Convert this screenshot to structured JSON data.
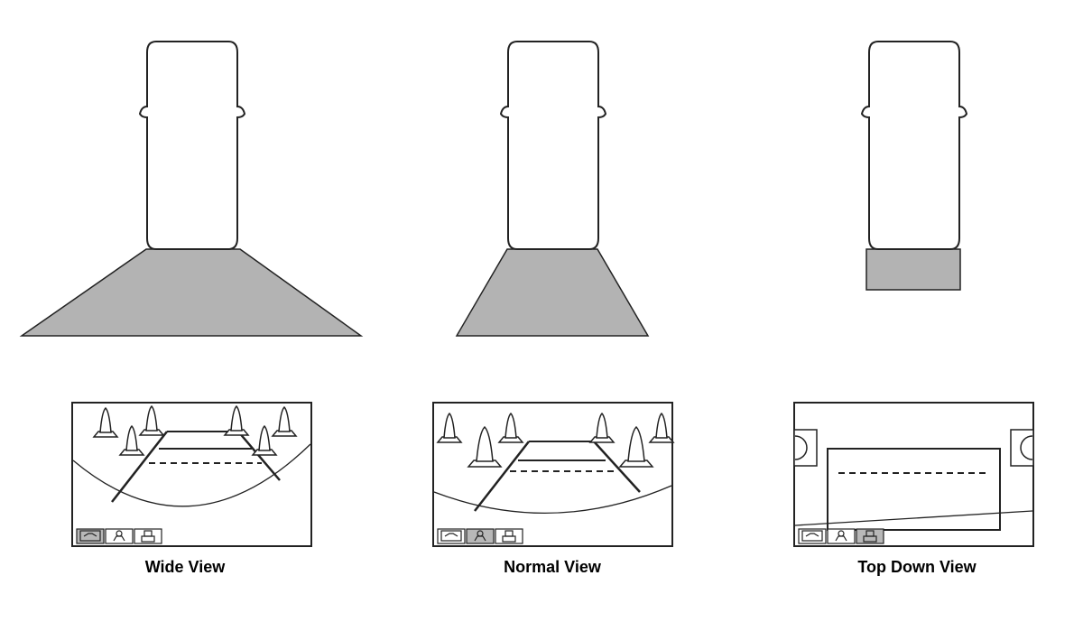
{
  "colors": {
    "coverage_fill": "#b3b3b3",
    "outline": "#222222",
    "active_view_button": "#b8b8b8",
    "inactive_view_button": "#ffffff",
    "background": "#ffffff"
  },
  "panels": [
    {
      "id": "wide",
      "caption": "Wide View",
      "coverage_shape": "wide-trapezoid",
      "screen_scene": "wide-camera-view-with-cones",
      "active_button": 0,
      "view_buttons": [
        "wide-view-icon",
        "normal-view-icon",
        "top-down-view-icon"
      ]
    },
    {
      "id": "normal",
      "caption": "Normal View",
      "coverage_shape": "narrow-trapezoid",
      "screen_scene": "normal-camera-view-with-cones",
      "active_button": 1,
      "view_buttons": [
        "wide-view-icon",
        "normal-view-icon",
        "top-down-view-icon"
      ]
    },
    {
      "id": "top",
      "caption": "Top Down View",
      "coverage_shape": "rectangle",
      "screen_scene": "top-down-camera-view",
      "active_button": 2,
      "view_buttons": [
        "wide-view-icon",
        "normal-view-icon",
        "top-down-view-icon"
      ]
    }
  ]
}
